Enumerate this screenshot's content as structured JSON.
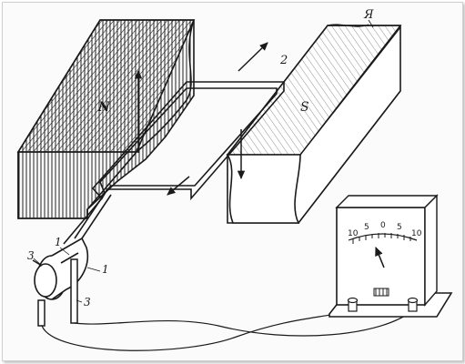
{
  "labels": {
    "north_pole": "N",
    "south_pole": "S",
    "armature": "Я",
    "frame": "2",
    "ring_left": "1",
    "ring_right": "1",
    "brush_left": "3",
    "brush_right": "3"
  },
  "galvanometer": {
    "scale_marks": [
      "10",
      "5",
      "0",
      "5",
      "10"
    ]
  },
  "colors": {
    "ink": "#1a1a1a",
    "paper": "#fbfbfb"
  }
}
